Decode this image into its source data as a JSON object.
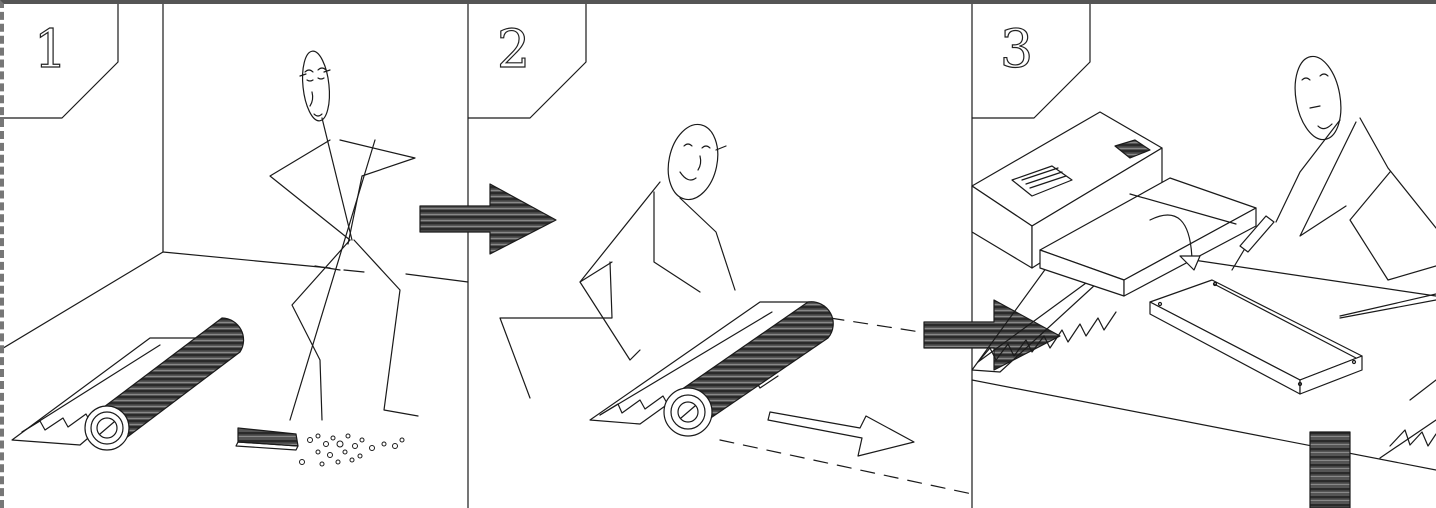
{
  "steps": [
    {
      "number": "1"
    },
    {
      "number": "2"
    },
    {
      "number": "3"
    }
  ],
  "colors": {
    "line": "#1a1a1a",
    "fill_dark": "#444444",
    "background": "#ffffff"
  }
}
